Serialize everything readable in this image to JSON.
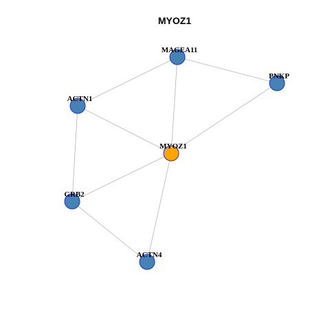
{
  "title": "MYOZ1",
  "colors": {
    "background": "#ffffff",
    "node_fill": "#4682b4",
    "center_node_fill": "#ffa500",
    "node_border": "#1c2fd8",
    "edge": "#b4b4b4"
  },
  "nodes": [
    {
      "id": "MAGEA11",
      "label": "MAGEA11",
      "role": "neighbor"
    },
    {
      "id": "PNKP",
      "label": "PNKP",
      "role": "neighbor"
    },
    {
      "id": "ACTN1",
      "label": "ACTN1",
      "role": "neighbor"
    },
    {
      "id": "MYOZ1",
      "label": "MYOZ1",
      "role": "center"
    },
    {
      "id": "GRB2",
      "label": "GRB2",
      "role": "neighbor"
    },
    {
      "id": "ACTN4",
      "label": "ACTN4",
      "role": "neighbor"
    }
  ],
  "edges": [
    [
      "MAGEA11",
      "PNKP"
    ],
    [
      "MAGEA11",
      "ACTN1"
    ],
    [
      "MAGEA11",
      "MYOZ1"
    ],
    [
      "PNKP",
      "MYOZ1"
    ],
    [
      "ACTN1",
      "MYOZ1"
    ],
    [
      "ACTN1",
      "GRB2"
    ],
    [
      "MYOZ1",
      "GRB2"
    ],
    [
      "MYOZ1",
      "ACTN4"
    ],
    [
      "GRB2",
      "ACTN4"
    ]
  ]
}
